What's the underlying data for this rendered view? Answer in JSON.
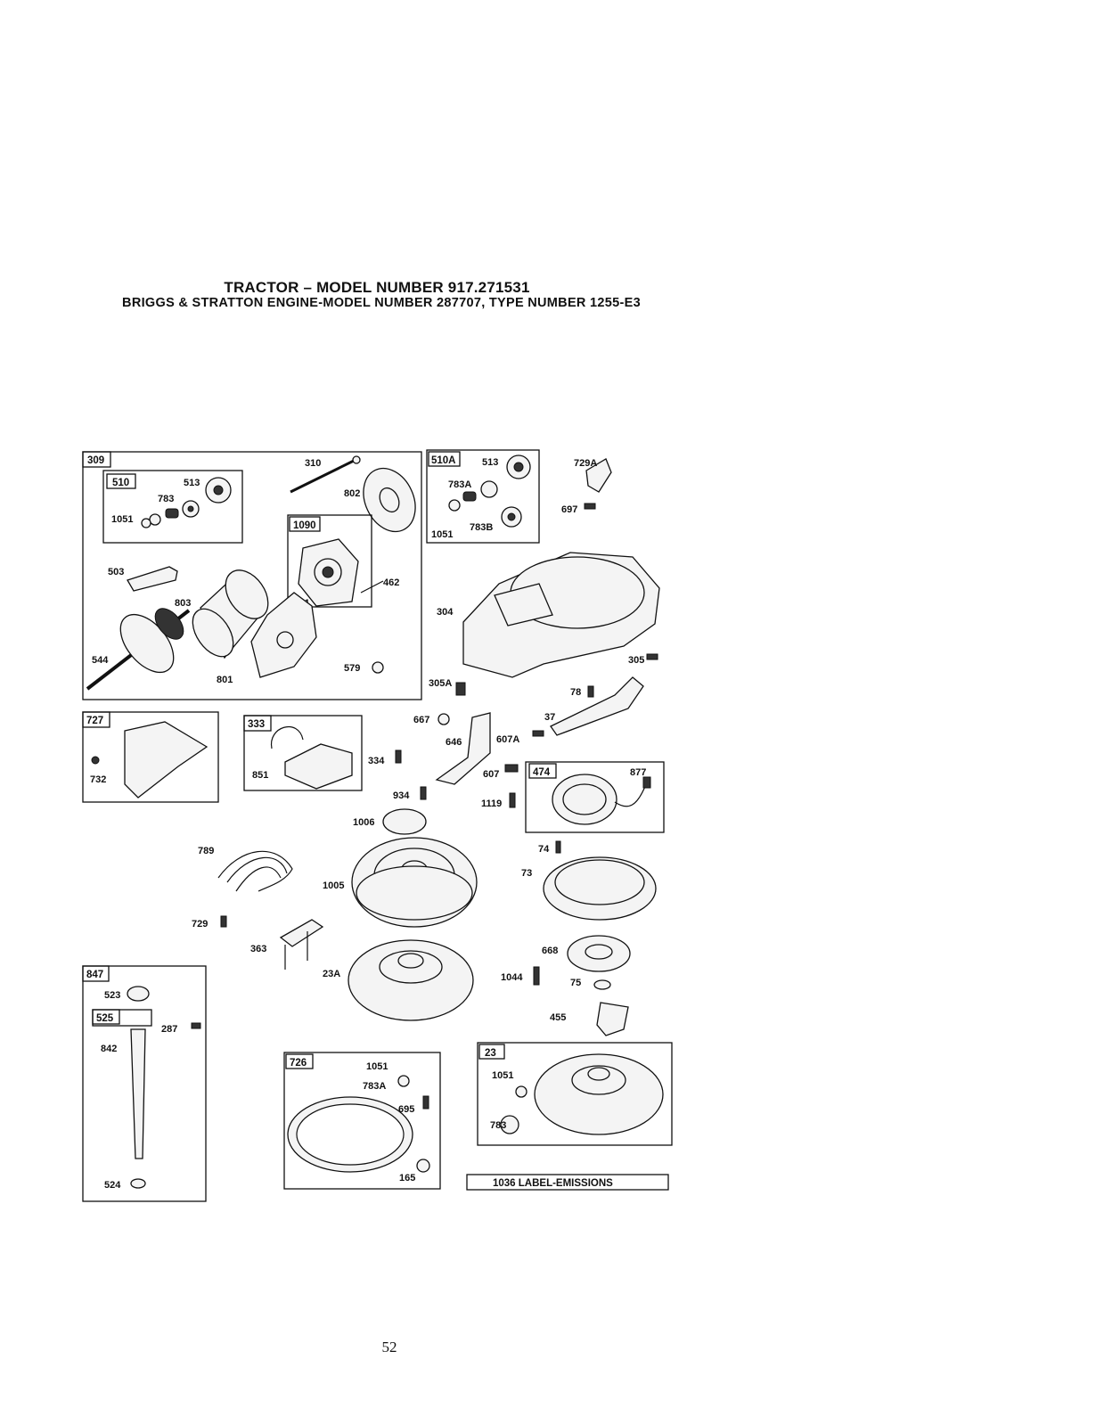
{
  "header": {
    "title": "TRACTOR – MODEL NUMBER 917.271531",
    "subtitle": "BRIGGS & STRATTON ENGINE-MODEL NUMBER 287707, TYPE NUMBER 1255-E3"
  },
  "boxes": {
    "b309": "309",
    "b510": "510",
    "b1090": "1090",
    "b510A": "510A",
    "b727": "727",
    "b333": "333",
    "b474": "474",
    "b847": "847",
    "b525": "525",
    "b726": "726",
    "b23": "23"
  },
  "labels": {
    "p310": "310",
    "p802": "802",
    "p513a": "513",
    "p783a": "783",
    "p1051a": "1051",
    "p503": "503",
    "p803": "803",
    "p544": "544",
    "p801": "801",
    "p311": "311",
    "p462": "462",
    "p579": "579",
    "p513b": "513",
    "p783Aa": "783A",
    "p1051b": "1051",
    "p783B": "783B",
    "p729A": "729A",
    "p697": "697",
    "p304": "304",
    "p305": "305",
    "p305A": "305A",
    "p78": "78",
    "p37": "37",
    "p607A": "607A",
    "p667": "667",
    "p646": "646",
    "p607": "607",
    "p1119": "1119",
    "p877": "877",
    "p732": "732",
    "p851": "851",
    "p334": "334",
    "p934": "934",
    "p1006": "1006",
    "p789": "789",
    "p1005": "1005",
    "p729": "729",
    "p363": "363",
    "p23A": "23A",
    "p74": "74",
    "p73": "73",
    "p668": "668",
    "p1044": "1044",
    "p75": "75",
    "p455": "455",
    "p523": "523",
    "p842": "842",
    "p287": "287",
    "p524": "524",
    "p1051c": "1051",
    "p783Ab": "783A",
    "p695": "695",
    "p165": "165",
    "p1051d": "1051",
    "p783b": "783"
  },
  "emissions_label": "1036 LABEL-EMISSIONS",
  "page_number": "52"
}
